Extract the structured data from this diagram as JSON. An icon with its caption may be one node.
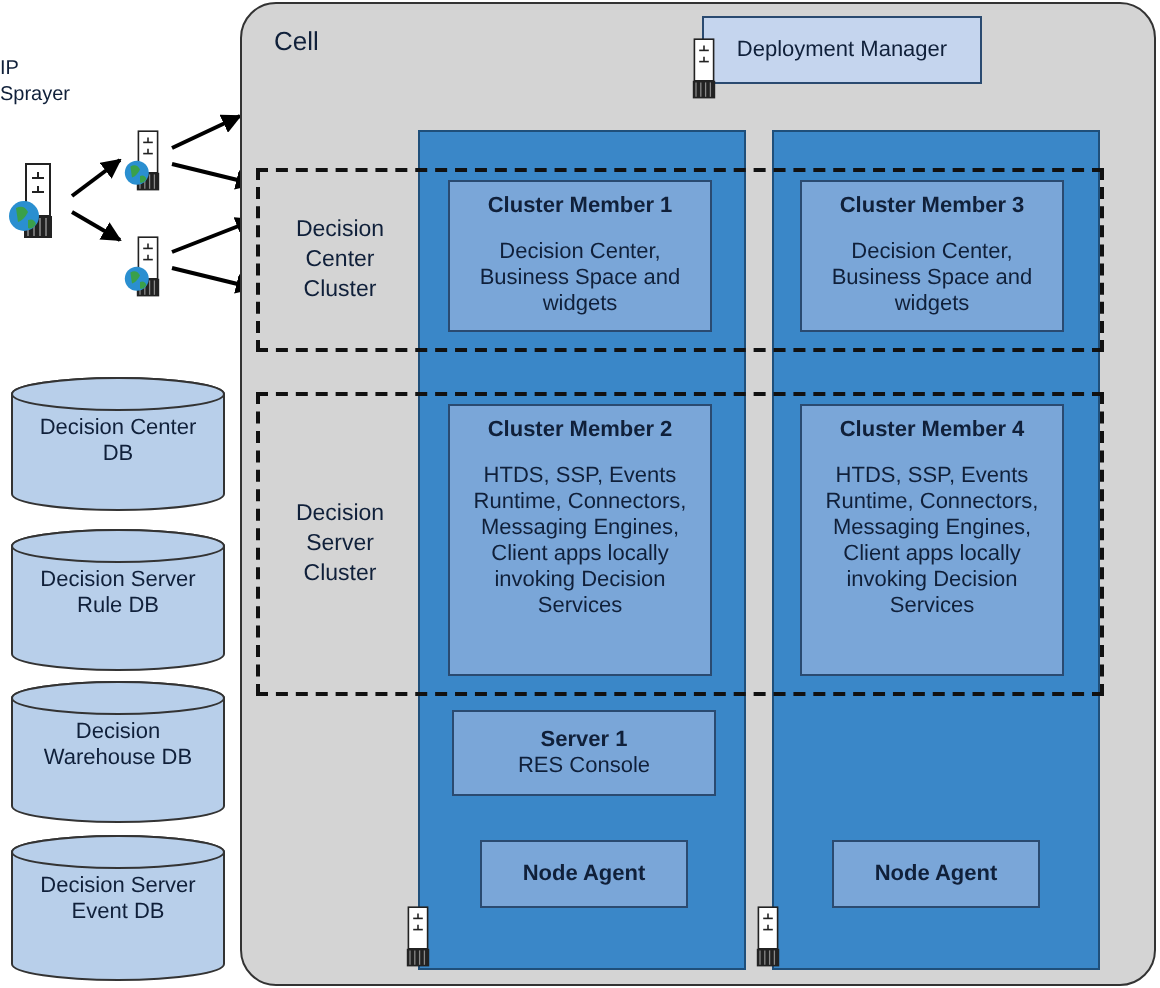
{
  "diagram": {
    "nodes": [
      {
        "text": [
          "IP Sprayer"
        ]
      },
      {
        "text": [],
        "shape": "server"
      },
      {
        "text": [],
        "shape": "server"
      },
      {
        "text": [
          "Decision Center DB"
        ]
      },
      {
        "text": [
          "Decision Server Rule DB"
        ]
      },
      {
        "text": [
          "Decision Warehouse DB"
        ]
      },
      {
        "text": [
          "Decision Server Event DB"
        ]
      },
      {
        "text": [
          "Cell"
        ]
      },
      {
        "text": [
          "Deployment Manager"
        ],
        "in": 7
      },
      {
        "text": [],
        "shape": "box",
        "in": 7
      },
      {
        "text": [],
        "shape": "box",
        "in": 7
      },
      {
        "text": [
          "Decision Center Cluster"
        ],
        "in": 7
      },
      {
        "text": [
          "Decision Server Cluster"
        ],
        "in": 7
      },
      {
        "text": [
          "Cluster Member 1",
          "Decision Center, Business Space and widgets"
        ]
      },
      {
        "text": [
          "Cluster Member 3",
          "Decision Center, Business Space and widgets"
        ]
      },
      {
        "text": [
          "Cluster Member 2",
          "HTDS, SSP, Events Runtime, Connectors, Messaging Engines, Client apps locally invoking Decision Services"
        ]
      },
      {
        "text": [
          "Cluster Member 4",
          "HTDS, SSP, Events Runtime, Connectors, Messaging Engines, Client apps locally invoking Decision Services"
        ]
      },
      {
        "text": [
          "Server 1",
          "RES Console"
        ],
        "in": 9
      },
      {
        "text": [
          "Node Agent"
        ],
        "in": 9
      },
      {
        "text": [
          "Node Agent"
        ],
        "in": 10
      }
    ],
    "edges": [
      {
        "from": 0,
        "to": 1,
        "arrow": "to"
      },
      {
        "from": 0,
        "to": 2,
        "arrow": "to"
      },
      {
        "from": 1,
        "to": 7,
        "arrow": "to"
      },
      {
        "from": 1,
        "to": 11,
        "arrow": "to"
      },
      {
        "from": 2,
        "to": 11,
        "arrow": "to"
      },
      {
        "from": 2,
        "to": 11,
        "arrow": "to"
      }
    ]
  }
}
